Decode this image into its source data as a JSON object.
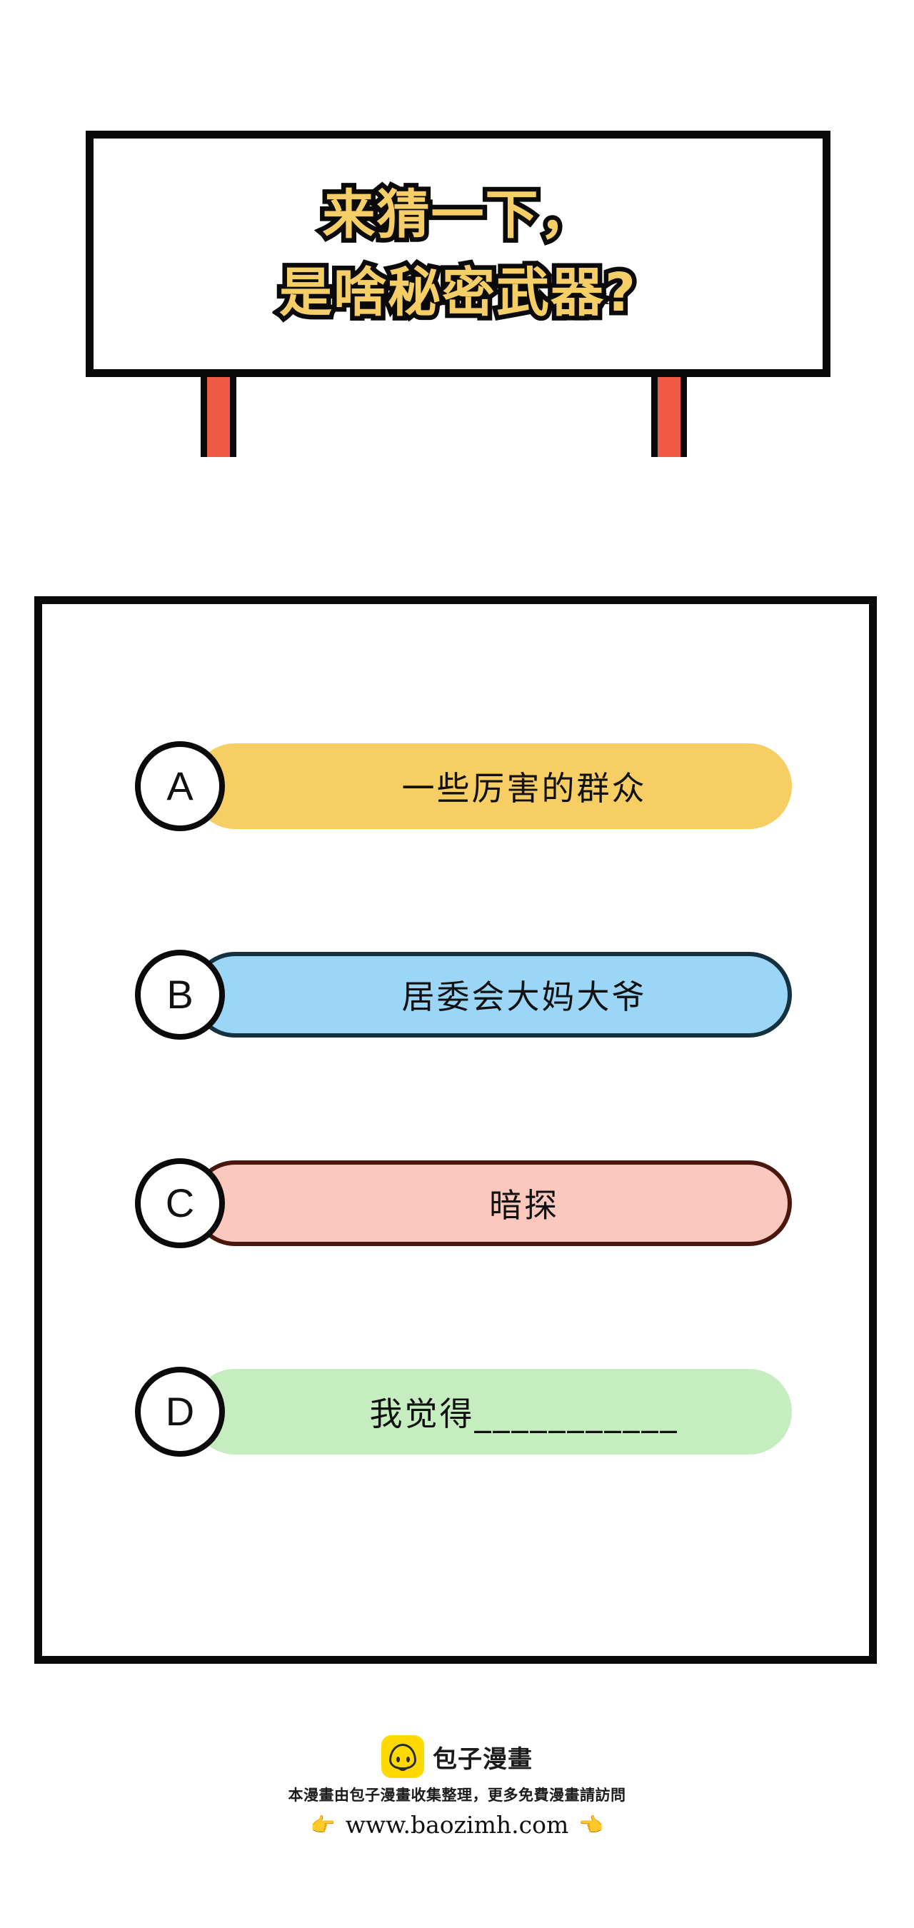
{
  "signboard": {
    "title_line1": "来猜一下，",
    "title_line2": "是啥秘密武器?",
    "title_color": "#f6ce68",
    "outline_color": "#0a0a0a",
    "leg_color": "#ef5a45"
  },
  "quiz": {
    "options": [
      {
        "letter": "A",
        "text": "一些厉害的群众",
        "fill": "#f7ce63",
        "border": "#f7ce63"
      },
      {
        "letter": "B",
        "text": "居委会大妈大爷",
        "fill": "#9bd6f7",
        "border": "#14313f"
      },
      {
        "letter": "C",
        "text": "暗探",
        "fill": "#fcc8bd",
        "border": "#4a170c"
      },
      {
        "letter": "D",
        "text": "我觉得___________",
        "fill": "#c6edc0",
        "border": "#c6edc0"
      }
    ]
  },
  "footer": {
    "brand_name": "包子漫畫",
    "brand_icon": "bun-icon",
    "note": "本漫畫由包子漫畫收集整理，更多免費漫畫請訪問",
    "url": "www.baozimh.com",
    "hand_left": "👉",
    "hand_right": "👈",
    "brand_bg": "#ffd900"
  }
}
